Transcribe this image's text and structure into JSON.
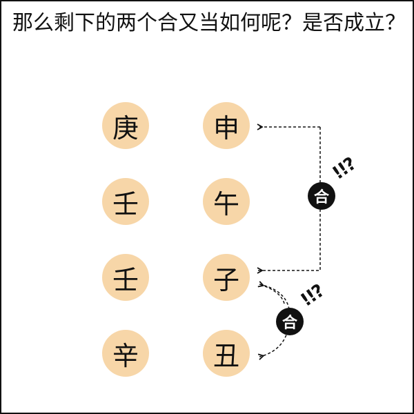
{
  "question": "那么剩下的两个合又当如何呢？是否成立？",
  "left_column": [
    "庚",
    "壬",
    "壬",
    "辛"
  ],
  "right_column": [
    "申",
    "午",
    "子",
    "丑"
  ],
  "connections": [
    {
      "label": "合",
      "marks": "!!?"
    },
    {
      "label": "合",
      "marks": "!!?"
    }
  ],
  "colors": {
    "circle": "#f7d6a8",
    "badge": "#111111",
    "text": "#111111"
  }
}
